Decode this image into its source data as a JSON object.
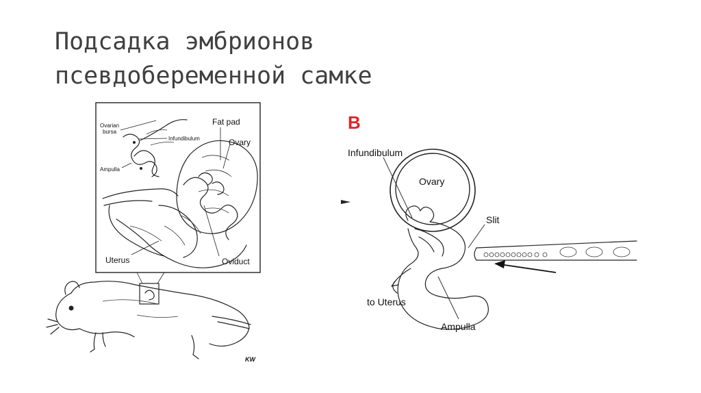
{
  "slide": {
    "title_line1": "Подсадка эмбрионов",
    "title_line2": "псевдобеременной самке"
  },
  "figure_a": {
    "labels": {
      "ovarian_bursa_1": "Ovarian",
      "ovarian_bursa_2": "bursa",
      "infundibulum": "Infundibulum",
      "ampulla": "Ampulla",
      "fat_pad": "Fat pad",
      "ovary": "Ovary",
      "uterus": "Uterus",
      "oviduct": "Oviduct"
    },
    "signature": "KW"
  },
  "figure_b": {
    "panel_letter": "B",
    "labels": {
      "infundibulum": "Infundibulum",
      "ovary": "Ovary",
      "slit": "Slit",
      "to_uterus": "to Uterus",
      "ampulla": "Ampulla"
    },
    "letter_color": "#e0262b"
  }
}
